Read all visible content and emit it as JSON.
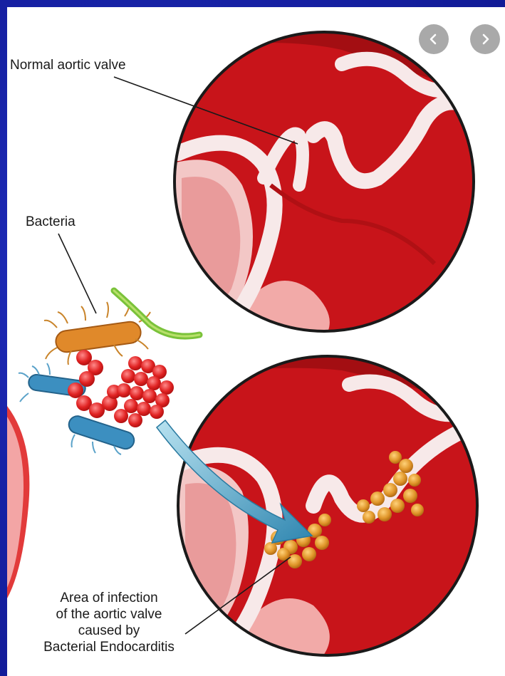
{
  "labels": {
    "normal_valve": "Normal aortic valve",
    "bacteria": "Bacteria",
    "infection_lines": [
      "Area of infection",
      "of the aortic valve",
      "caused by",
      "Bacterial Endocarditis"
    ]
  },
  "nav": {
    "prev_icon": "chevron-left-icon",
    "next_icon": "chevron-right-icon"
  },
  "colors": {
    "frame": "#1420a8",
    "blood": "#d11a1a",
    "blood_dark": "#a30e12",
    "tissue": "#f3c7c6",
    "vegetation": "#e0962a",
    "arrow": "#4fa8c8"
  }
}
